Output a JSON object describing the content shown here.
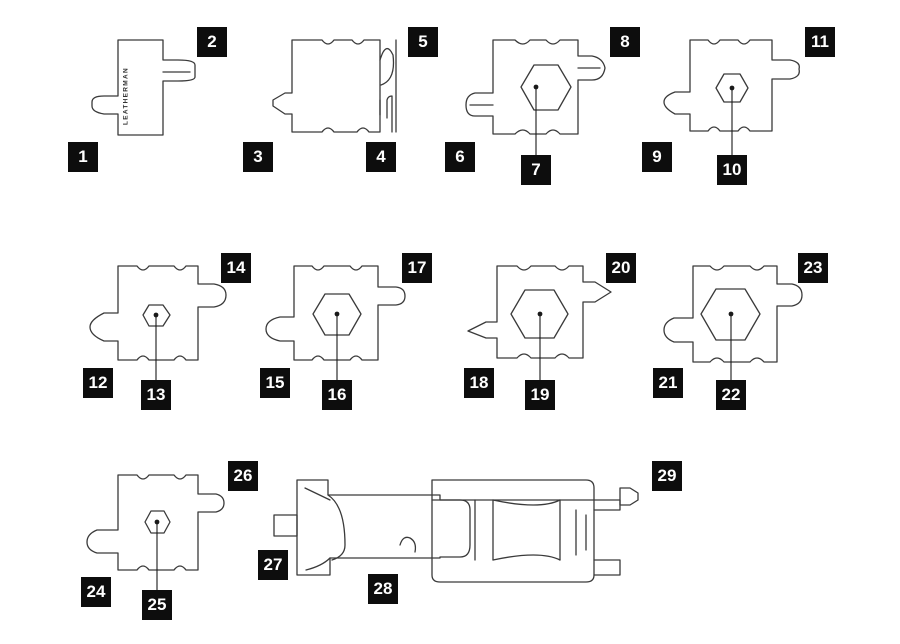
{
  "colors": {
    "line": "#3a3a3a",
    "callout_bg": "#0d0d0d",
    "callout_text": "#ffffff"
  },
  "logo_text": "LEATHERMAN",
  "callouts": [
    "1",
    "2",
    "3",
    "4",
    "5",
    "6",
    "7",
    "8",
    "9",
    "10",
    "11",
    "12",
    "13",
    "14",
    "15",
    "16",
    "17",
    "18",
    "19",
    "20",
    "21",
    "22",
    "23",
    "24",
    "25",
    "26",
    "27",
    "28",
    "29"
  ]
}
